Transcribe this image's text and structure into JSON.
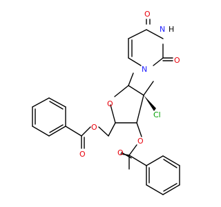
{
  "labels": {
    "uracil_o4": "O",
    "uracil_nh": "H",
    "uracil_n3": "N",
    "uracil_o2": "O",
    "uracil_n1": "N",
    "ring_o": "O",
    "cl": "Cl",
    "ester1_o": "O",
    "ester1_co": "O",
    "ester2_o": "O",
    "ester2_co": "O"
  },
  "colors": {
    "oxygen": "#e8000b",
    "nitrogen": "#1a1aff",
    "chlorine": "#00a000",
    "bond": "#000000"
  }
}
